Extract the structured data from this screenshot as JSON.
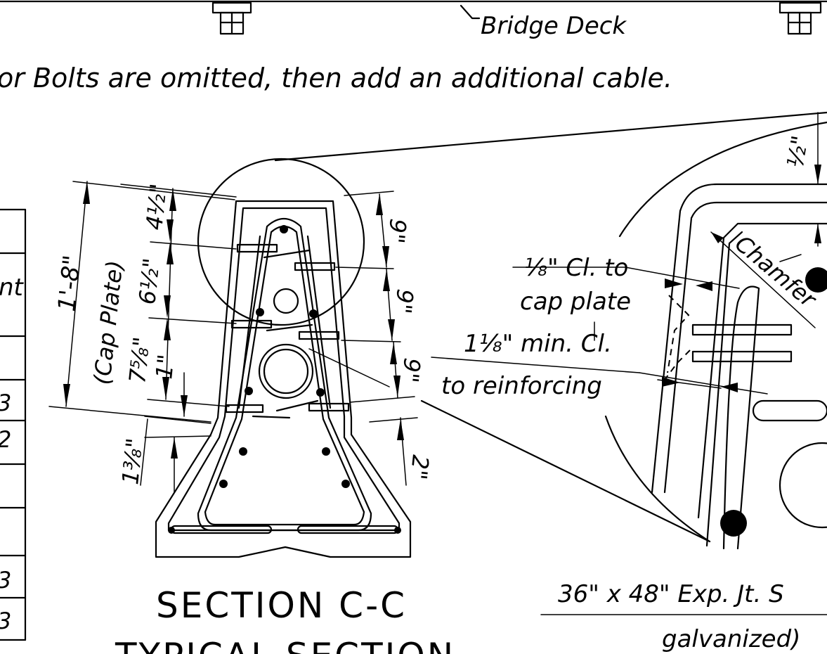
{
  "labels": {
    "bridge_deck": "Bridge Deck",
    "note": "or Bolts are omitted, then add an additional cable.",
    "cap_plate_dim": "1'-8\"",
    "cap_plate_label": "(Cap Plate)",
    "dim_7_5_8": "7⅝\"",
    "dim_6_1_2": "6½\"",
    "dim_4_1_2": "4½\"",
    "dim_1": "1\"",
    "dim_1_3_8": "1⅜\"",
    "dim_9_top": "9\"",
    "dim_9_mid": "9\"",
    "dim_9_bot": "9\"",
    "dim_2": "2\"",
    "clear_cap_1": "⅛\" Cl. to",
    "clear_cap_2": "cap plate",
    "clear_reinf_1": "1⅛\" min. Cl.",
    "clear_reinf_2": "to reinforcing",
    "half_inch": "½\"",
    "chamfer": "Chamfer",
    "section_title": "SECTION C-C",
    "section_subtitle": "TYPICAL SECTION",
    "exp_joint": "36\" x 48\" Exp. Jt. S",
    "galvanized": "galvanized)",
    "table_frag_1": "nt",
    "table_frag_2": "3",
    "table_frag_3": "2",
    "table_frag_4": "3",
    "table_frag_5": "3"
  }
}
